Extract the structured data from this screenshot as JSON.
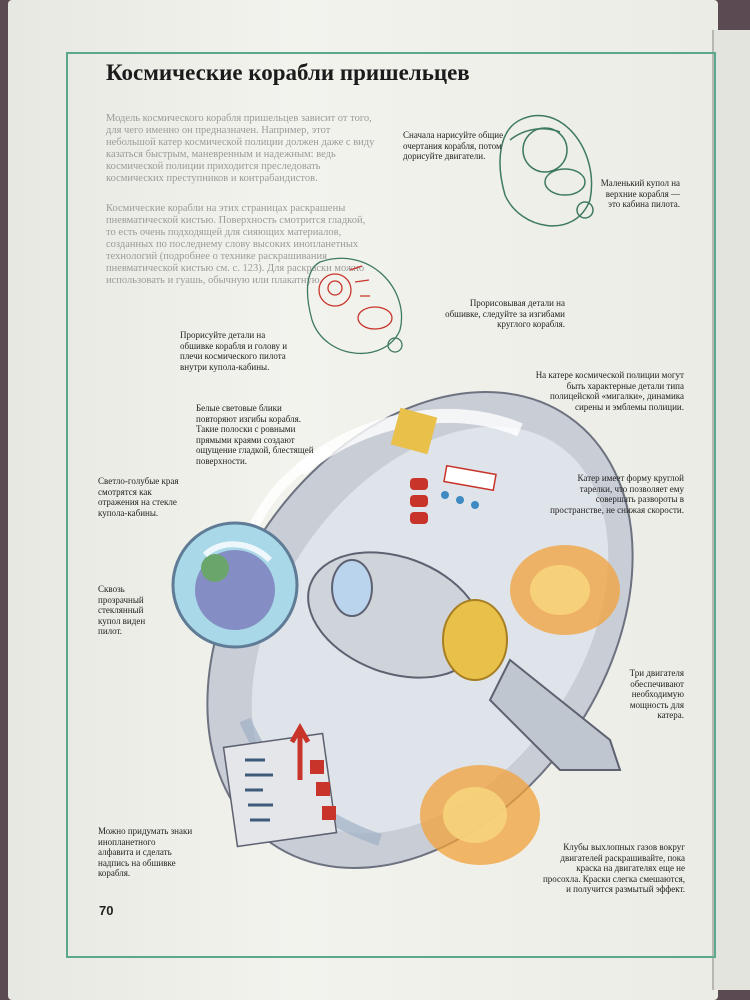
{
  "page": {
    "title": "Космические корабли пришельцев",
    "page_number": "70",
    "intro_p1": "Модель космического корабля пришельцев зависит от того, для чего именно он предназначен. Например, этот небольшой катер космической полиции должен даже с виду казаться быстрым, маневренным и надежным: ведь космической полиции приходится преследовать космических преступников и контрабандистов.",
    "intro_p2": "Космические корабли на этих страницах раскрашены пневматической кистью. Поверхность смотрится гладкой, то есть очень подходящей для сияющих материалов, созданных по последнему слову высоких инопланетных технологий (подробнее о технике раскрашивания пневматической кистью см. с. 123). Для раскраски можно использовать и гуашь, обычную или плакатную."
  },
  "annotations": {
    "sketch_first": "Сначала нарисуйте общие очертания корабля, потом дорисуйте двигатели.",
    "small_dome": "Маленький купол на верхние корабля — это кабина пилота.",
    "draw_details_hull": "Прорисовывая детали на обшивке, следуйте за изгибами круглого корабля.",
    "details_head": "Прорисуйте детали на обшивке корабля и голову и плечи космического пилота внутри купола-кабины.",
    "police_details": "На катере космической полиции могут быть характерные детали типа полицейской «мигалки», динамика сирены и эмблемы полиции.",
    "white_highlights": "Белые световые блики повторяют изгибы корабля. Такие полоски с ровными прямыми краями создают ощущение гладкой, блестящей поверхности.",
    "light_blue_edges": "Светло-голубые края смотрятся как отражения на стекле купола-кабины.",
    "round_plate": "Катер имеет форму круглой тарелки, что позволяет ему совершать развороты в пространстве, не снижая скорости.",
    "through_dome": "Сквозь прозрачный стеклянный купол виден пилот.",
    "three_engines": "Три двигателя обеспечивают необходимую мощность для катера.",
    "alien_alphabet": "Можно придумать знаки инопланетного алфавита и сделать надпись на обшивке корабля.",
    "exhaust_clouds": "Клубы выхлопных газов вокруг двигателей раскрашивайте, пока краска на двигателях еще не просохла. Краски слегка смешаются, и получится размытый эффект."
  },
  "colors": {
    "frame": "#5aa88e",
    "hull": "#c9cdd6",
    "dome": "#a9d8e8",
    "engine_glow": "#f2a23a",
    "red_accent": "#c8342a",
    "yellow_panel": "#e8c04a"
  }
}
